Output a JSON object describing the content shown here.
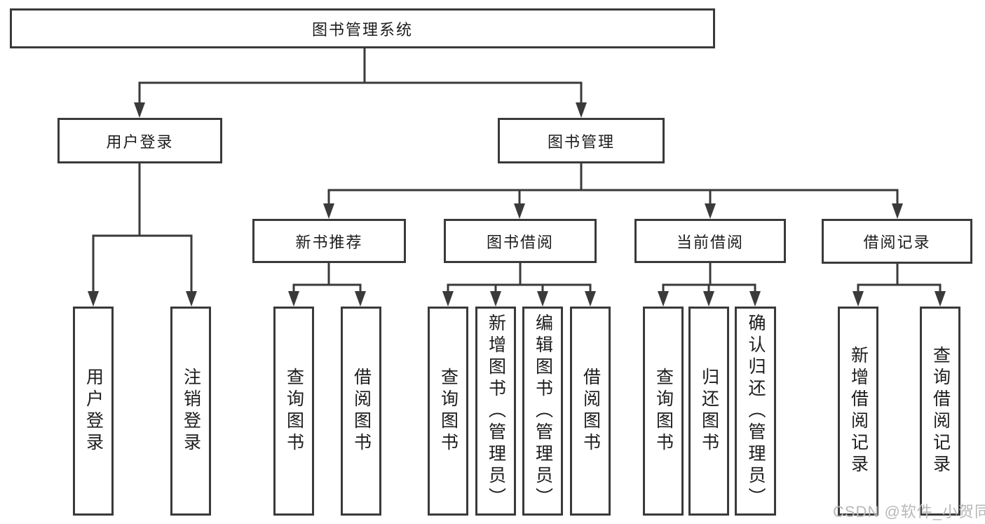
{
  "diagram": {
    "type": "hierarchy-tree",
    "title": "图书管理系统",
    "watermark": "CSDN @软件_小贺同学",
    "colors": {
      "line": "#3a3a3a",
      "box_border": "#3a3a3a",
      "text": "#1c1c1c",
      "watermark": "#b8b8b8",
      "background": "#ffffff"
    },
    "nodes": {
      "root": {
        "label": "图书管理系统"
      },
      "user_login": {
        "label": "用户登录"
      },
      "book_mgmt": {
        "label": "图书管理"
      },
      "new_book_rec": {
        "label": "新书推荐"
      },
      "book_borrow": {
        "label": "图书借阅"
      },
      "current_borrow": {
        "label": "当前借阅"
      },
      "borrow_record": {
        "label": "借阅记录"
      },
      "leaf_user_login": {
        "label": "用户登录"
      },
      "leaf_logout": {
        "label": "注销登录"
      },
      "leaf_nr_query_book": {
        "label": "查询图书"
      },
      "leaf_nr_borrow_book": {
        "label": "借阅图书"
      },
      "leaf_bb_query_book": {
        "label": "查询图书"
      },
      "leaf_bb_add_book": {
        "label": "新增图书（管理员）"
      },
      "leaf_bb_edit_book": {
        "label": "编辑图书（管理员）"
      },
      "leaf_bb_borrow_book": {
        "label": "借阅图书"
      },
      "leaf_cb_query_book": {
        "label": "查询图书"
      },
      "leaf_cb_return_book": {
        "label": "归还图书"
      },
      "leaf_cb_confirm_return": {
        "label": "确认归还（管理员）"
      },
      "leaf_br_add_record": {
        "label": "新增借阅记录"
      },
      "leaf_br_query_record": {
        "label": "查询借阅记录"
      }
    },
    "structure": {
      "root": [
        "user_login",
        "book_mgmt"
      ],
      "user_login": [
        "leaf_user_login",
        "leaf_logout"
      ],
      "book_mgmt": [
        "new_book_rec",
        "book_borrow",
        "current_borrow",
        "borrow_record"
      ],
      "new_book_rec": [
        "leaf_nr_query_book",
        "leaf_nr_borrow_book"
      ],
      "book_borrow": [
        "leaf_bb_query_book",
        "leaf_bb_add_book",
        "leaf_bb_edit_book",
        "leaf_bb_borrow_book"
      ],
      "current_borrow": [
        "leaf_cb_query_book",
        "leaf_cb_return_book",
        "leaf_cb_confirm_return"
      ],
      "borrow_record": [
        "leaf_br_add_record",
        "leaf_br_query_record"
      ]
    }
  }
}
